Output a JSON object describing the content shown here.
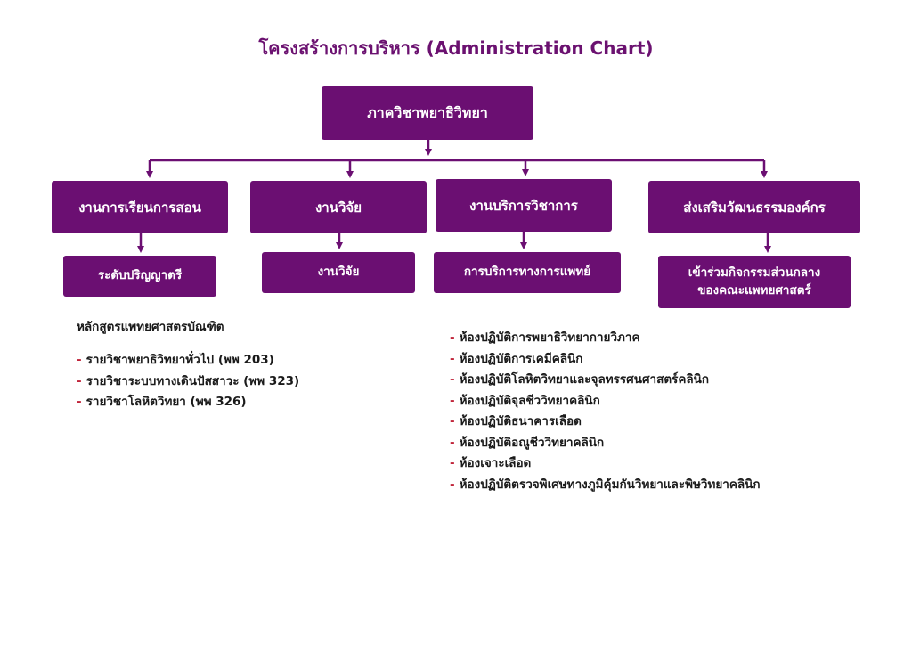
{
  "title": "โครงสร้างการบริหาร (Administration Chart)",
  "chart": {
    "root": "ภาควิชาพยาธิวิทยา",
    "branches": [
      {
        "label": "งานการเรียนการสอน",
        "child": "ระดับปริญญาตรี"
      },
      {
        "label": "งานวิจัย",
        "child": "งานวิจัย"
      },
      {
        "label": "งานบริการวิชาการ",
        "child": "การบริการทางการแพทย์"
      },
      {
        "label": "ส่งเสริมวัฒนธรรมองค์กร",
        "child_line1": "เข้าร่วมกิจกรรมส่วนกลาง",
        "child_line2": "ของคณะแพทยศาสตร์"
      }
    ]
  },
  "undergrad": {
    "heading": "หลักสูตรแพทยศาสตรบัณฑิต",
    "items": [
      "รายวิชาพยาธิวิทยาทั่วไป (พพ 203)",
      "รายวิชาระบบทางเดินปัสสาวะ (พพ 323)",
      "รายวิชาโลหิตวิทยา (พพ 326)"
    ]
  },
  "services": {
    "items": [
      "ห้องปฏิบัติการพยาธิวิทยากายวิภาค",
      "ห้องปฏิบัติการเคมีคลินิก",
      "ห้องปฏิบัติโลหิตวิทยาและจุลทรรศนศาสตร์คลินิก",
      "ห้องปฏิบัติจุลชีววิทยาคลินิก",
      "ห้องปฏิบัติธนาคารเลือด",
      "ห้องปฏิบัติอณูชีววิทยาคลินิก",
      "ห้องเจาะเลือด",
      "ห้องปฏิบัติตรวจพิเศษทางภูมิคุ้มกันวิทยาและพิษวิทยาคลินิก"
    ]
  },
  "list_marker": "-",
  "colors": {
    "box": "#6b0f72",
    "title": "#6b1170",
    "connector": "#6b0f72",
    "list_marker": "#c0243a"
  }
}
